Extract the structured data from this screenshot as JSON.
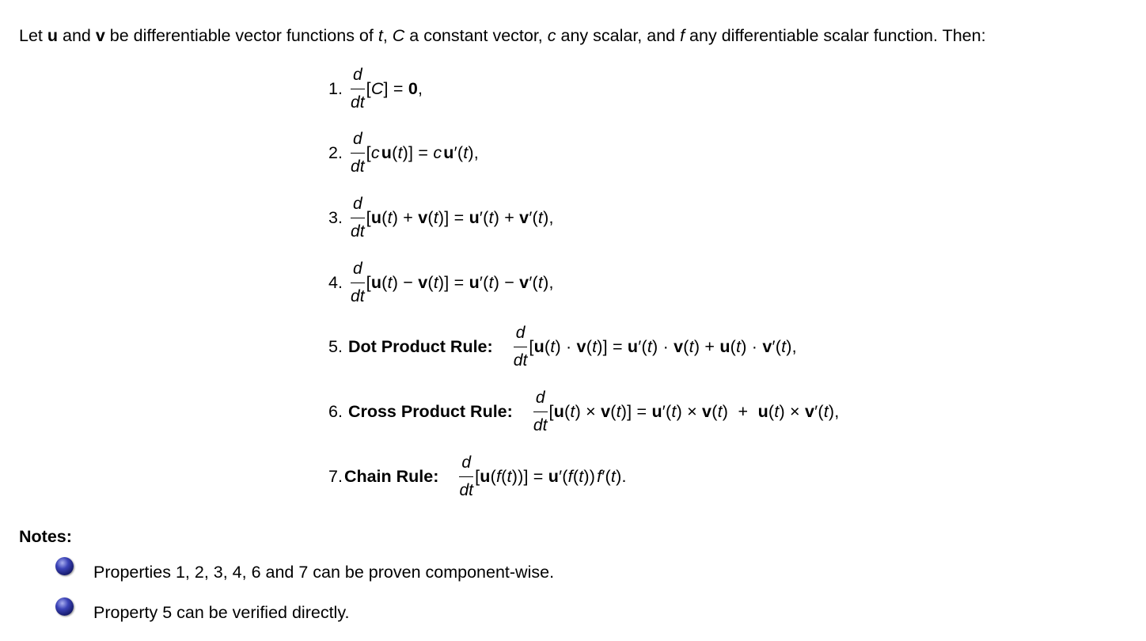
{
  "intro": {
    "t1": "Let ",
    "u": "u",
    "t2": " and ",
    "v": "v",
    "t3": " be differentiable vector functions of ",
    "t": "t",
    "t4": ", ",
    "C": "C",
    "t5": " a constant vector, ",
    "c": "c",
    "t6": " any scalar, and ",
    "f": "f",
    "t7": " any differentiable scalar function. Then:"
  },
  "frac": {
    "num": "d",
    "den": "dt"
  },
  "properties": [
    {
      "num": "1.",
      "label": ""
    },
    {
      "num": "2.",
      "label": ""
    },
    {
      "num": "3.",
      "label": ""
    },
    {
      "num": "4.",
      "label": ""
    },
    {
      "num": "5.",
      "label": "Dot Product Rule:"
    },
    {
      "num": "6.",
      "label": "Cross Product Rule:"
    },
    {
      "num": "7.",
      "label": "Chain Rule:"
    }
  ],
  "notes": {
    "title": "Notes:",
    "items": [
      "Properties 1, 2, 3, 4, 6 and 7 can be proven component-wise.",
      "Property 5 can be verified directly."
    ]
  },
  "colors": {
    "bullet": "#2a30a0"
  }
}
